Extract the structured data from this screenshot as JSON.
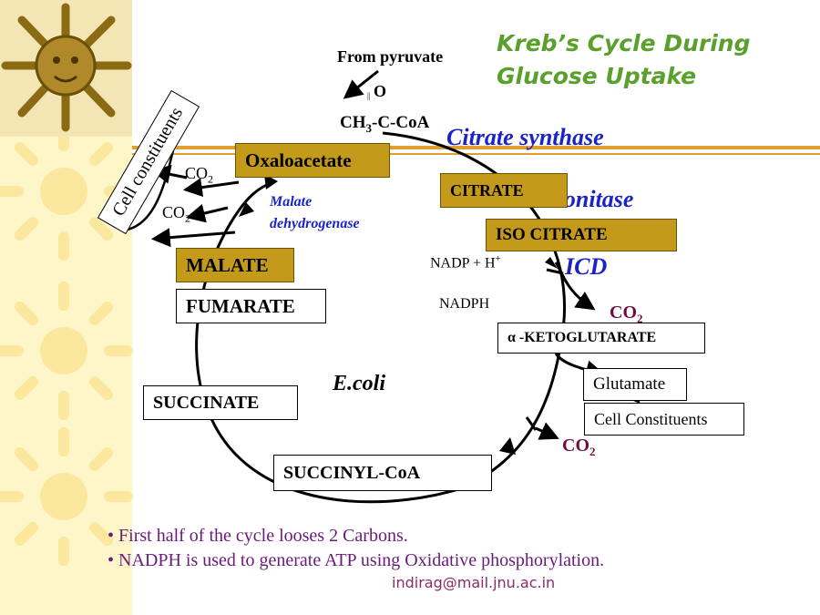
{
  "title_lines": [
    "Kreb’s Cycle During",
    "Glucose Uptake"
  ],
  "from_pyruvate": "From pyruvate",
  "acetyl": {
    "o": "O",
    "bond": "||",
    "ch": "CH",
    "sub3": "3",
    "rest": "-C-CoA"
  },
  "enzymes": {
    "citrate_synthase": "Citrate synthase",
    "aconitase": "Aconitase",
    "icd": "ICD",
    "malate_dh_line1": "Malate",
    "malate_dh_line2": "dehydrogenase"
  },
  "metabolites": {
    "oxaloacetate": "Oxaloacetate",
    "citrate": "CITRATE",
    "isocitrate": "ISO CITRATE",
    "malate": "MALATE",
    "fumarate": "FUMARATE",
    "succinate": "SUCCINATE",
    "succinyl_coa": "SUCCINYL-CoA",
    "alpha_kg": "α -KETOGLUTARATE",
    "glutamate": "Glutamate",
    "cell_constituents_box": "Cell Constituents"
  },
  "cell_constituents_rotated": "Cell constituents",
  "co2": {
    "co": "CO",
    "sub": "2"
  },
  "nadp": {
    "text": "NADP + H",
    "sup": "+"
  },
  "nadph": "NADPH",
  "organism": "E.coli",
  "bullets": [
    "First half of the cycle looses 2 Carbons.",
    "NADPH is used to generate ATP using Oxidative phosphorylation."
  ],
  "email": "indirag@mail.jnu.ac.in",
  "colors": {
    "title": "#5aa02c",
    "enzyme": "#1a23c8",
    "gold_box": "#c49a1a",
    "bullet_text": "#6a1b7a",
    "co2_dark": "#6b1040",
    "band": "#e0a030"
  },
  "icons": [
    "sun-icon",
    "sun-decoration"
  ]
}
